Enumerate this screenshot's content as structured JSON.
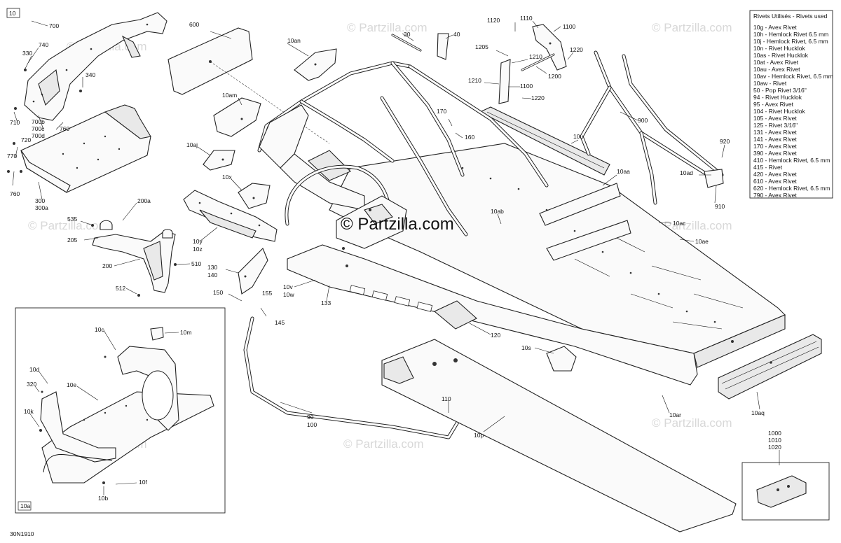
{
  "page_number": "10",
  "drawing_code": "30N1910",
  "inset_label": "10a",
  "watermark": "© Partzilla.com",
  "legend": {
    "title": "Rivets Utilisés - Rivets used",
    "items": [
      "10g - Avex Rivet",
      "10h - Hemlock Rivet 6.5 mm",
      "10j - Hemlock Rivet, 6.5 mm",
      "10n - Rivet Hucklok",
      "10as - Rivet Hucklok",
      "10at - Avex Rivet",
      "10au - Avex Rivet",
      "10av - Hemlock Rivet, 6.5 mm",
      "10aw - Rivet",
      "50 - Pop Rivet 3/16\"",
      "94 - Rivet Hucklok",
      "95 - Avex Rivet",
      "104 - Rivet Hucklok",
      "105 - Avex Rivet",
      "125 - Rivet 3/16\"",
      "131 - Avex Rivet",
      "141 - Avex Rivet",
      "170 - Avex Rivet",
      "390 - Avex Rivet",
      "410 - Hemlock Rivet, 6.5 mm",
      "415 - Rivet",
      "420 - Avex Rivet",
      "610 - Avex Rivet",
      "620 - Hemlock Rivet, 6.5 mm",
      "790 - Avex Rivet"
    ]
  },
  "labels": {
    "l700": "700",
    "l740": "740",
    "l330": "330",
    "l340": "340",
    "l710": "710",
    "l700b": "700b",
    "l700c": "700c",
    "l700d": "700d",
    "l720": "720",
    "l760a": "760",
    "l770": "770",
    "l760b": "760",
    "l300": "300",
    "l300a": "300a",
    "l600": "600",
    "l10an": "10an",
    "l10am": "10am",
    "l10aj": "10aj",
    "l10x": "10x",
    "l10y": "10y",
    "l10z": "10z",
    "l130": "130",
    "l140": "140",
    "l150": "150",
    "l155": "155",
    "l145": "145",
    "l10v": "10v",
    "l10w": "10w",
    "l133": "133",
    "l200a": "200a",
    "l535": "535",
    "l205": "205",
    "l200": "200",
    "l510": "510",
    "l512": "512",
    "l30": "30",
    "l40": "40",
    "l1120": "1120",
    "l1110": "1110",
    "l1100a": "1100",
    "l1205": "1205",
    "l1210a": "1210",
    "l1220a": "1220",
    "l1200": "1200",
    "l1210b": "1210",
    "l1100b": "1100",
    "l1220b": "1220",
    "l170": "170",
    "l160": "160",
    "l10u": "10u",
    "l900": "900",
    "l920": "920",
    "l10ad": "10ad",
    "l910": "910",
    "l10aa": "10aa",
    "l10ab": "10ab",
    "l10ac": "10ac",
    "l10ae": "10ae",
    "l120": "120",
    "l10s": "10s",
    "l10ar": "10ar",
    "l10aq": "10aq",
    "l110": "110",
    "l90": "90",
    "l100": "100",
    "l10p": "10p",
    "l1000": "1000",
    "l1010": "1010",
    "l1020": "1020",
    "l10c": "10c",
    "l10m": "10m",
    "l10d": "10d",
    "l10e": "10e",
    "l320": "320",
    "l10k": "10k",
    "l10f": "10f",
    "l10b": "10b"
  }
}
